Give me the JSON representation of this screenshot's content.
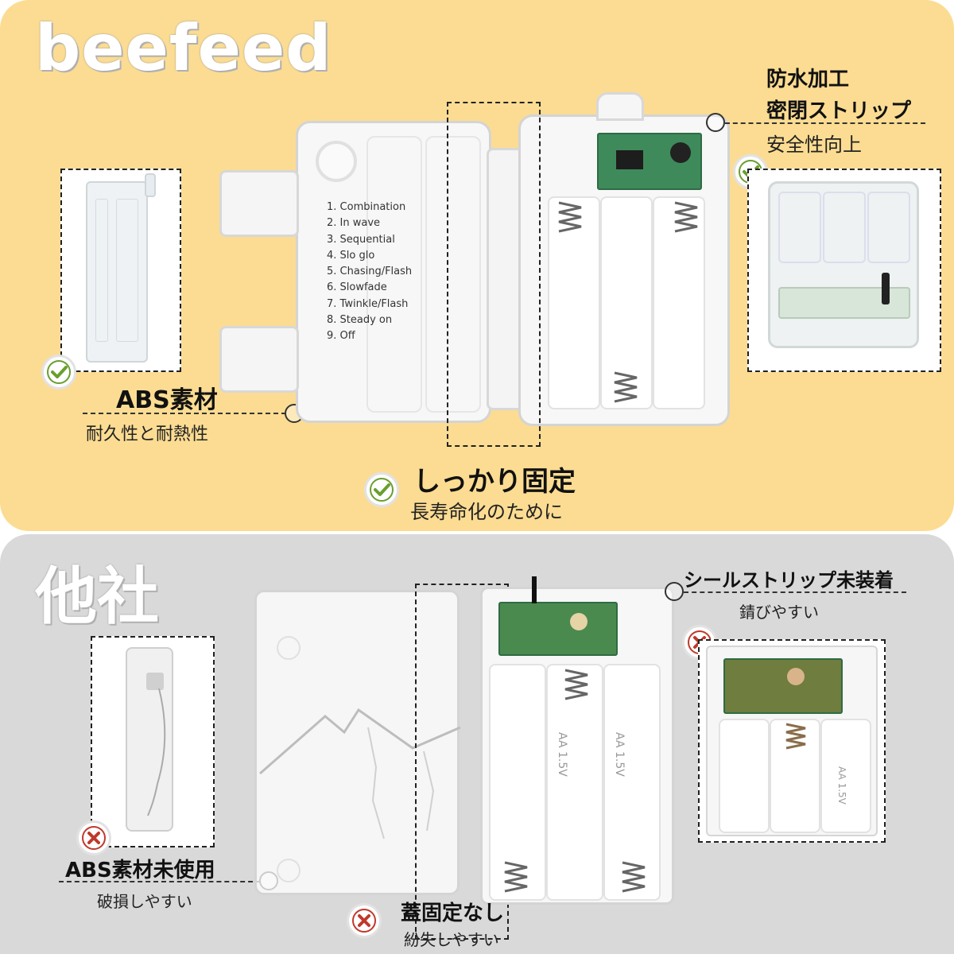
{
  "top": {
    "brand": "beefeed",
    "features": {
      "abs": {
        "title": "ABS素材",
        "sub": "耐久性と耐熱性"
      },
      "fixed": {
        "title": "しっかり固定",
        "sub": "長寿命化のために"
      },
      "waterproof": {
        "lines": [
          "防水加工",
          "密閉ストリップ",
          "安全性向上"
        ]
      }
    },
    "modes": [
      "1. Combination",
      "2. In wave",
      "3. Sequential",
      "4. Slo glo",
      "5. Chasing/Flash",
      "6. Slowfade",
      "7. Twinkle/Flash",
      "8. Steady on",
      "9. Off"
    ]
  },
  "bottom": {
    "brand": "他社",
    "features": {
      "abs": {
        "title": "ABS素材未使用",
        "sub": "破損しやすい"
      },
      "lid": {
        "title": "蓋固定なし",
        "sub": "紛失しやすい"
      },
      "seal": {
        "title": "シールストリップ未装着",
        "sub": "錆びやすい"
      }
    },
    "battery_labels": [
      "AA 1.5V",
      "AA 1.5V",
      "AA 1.5V"
    ]
  },
  "icons": {
    "check": "check-icon",
    "cross": "cross-icon"
  },
  "colors": {
    "top_bg": "#fbdc92",
    "bottom_bg": "#d9d9d9",
    "check": "#6a9e2e",
    "cross": "#c0392b"
  }
}
